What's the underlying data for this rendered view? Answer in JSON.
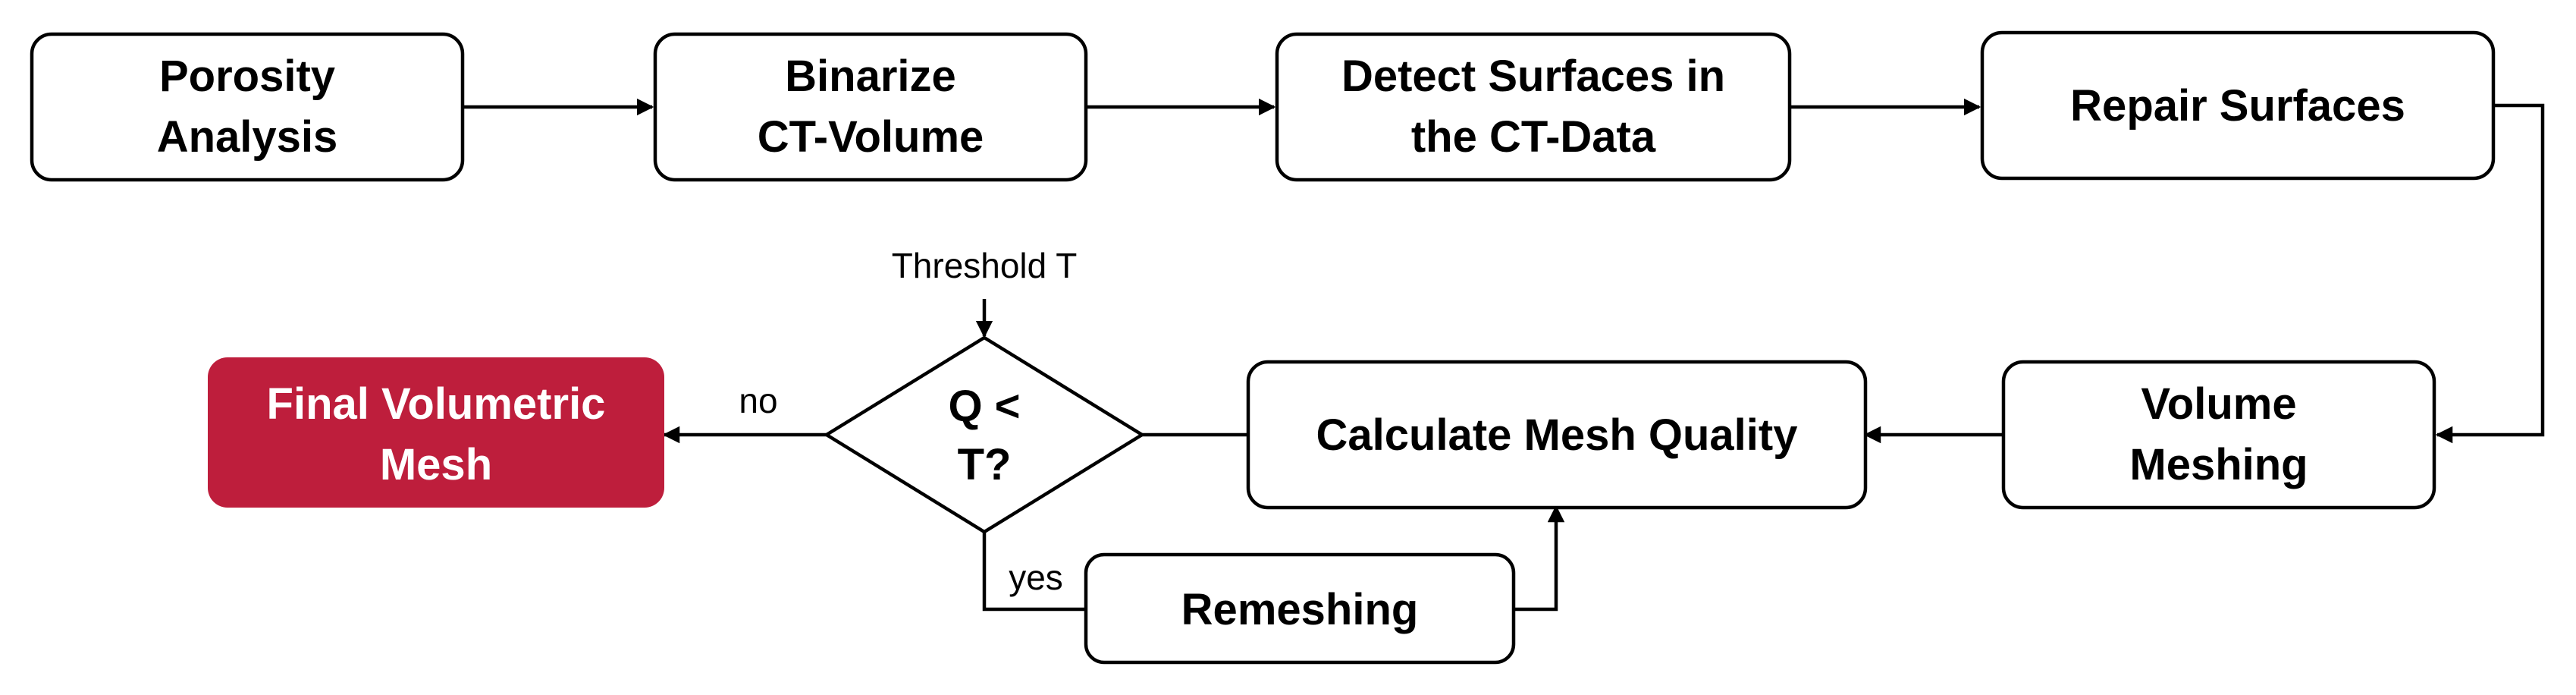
{
  "colors": {
    "stroke": "#000000",
    "box_fill": "#ffffff",
    "final_fill": "#be1e3c",
    "final_text": "#ffffff"
  },
  "nodes": {
    "porosity_analysis": {
      "line1": "Porosity",
      "line2": "Analysis"
    },
    "binarize_ct_volume": {
      "line1": "Binarize",
      "line2": "CT-Volume"
    },
    "detect_surfaces": {
      "line1": "Detect Surfaces in",
      "line2": "the CT-Data"
    },
    "repair_surfaces": {
      "line1": "Repair Surfaces"
    },
    "volume_meshing": {
      "line1": "Volume",
      "line2": "Meshing"
    },
    "calculate_mesh_quality": {
      "line1": "Calculate Mesh Quality"
    },
    "decision": {
      "line1": "Q <",
      "line2": "T?"
    },
    "final_volumetric_mesh": {
      "line1": "Final Volumetric",
      "line2": "Mesh"
    },
    "remeshing": {
      "line1": "Remeshing"
    }
  },
  "labels": {
    "threshold": "Threshold T",
    "no": "no",
    "yes": "yes"
  }
}
